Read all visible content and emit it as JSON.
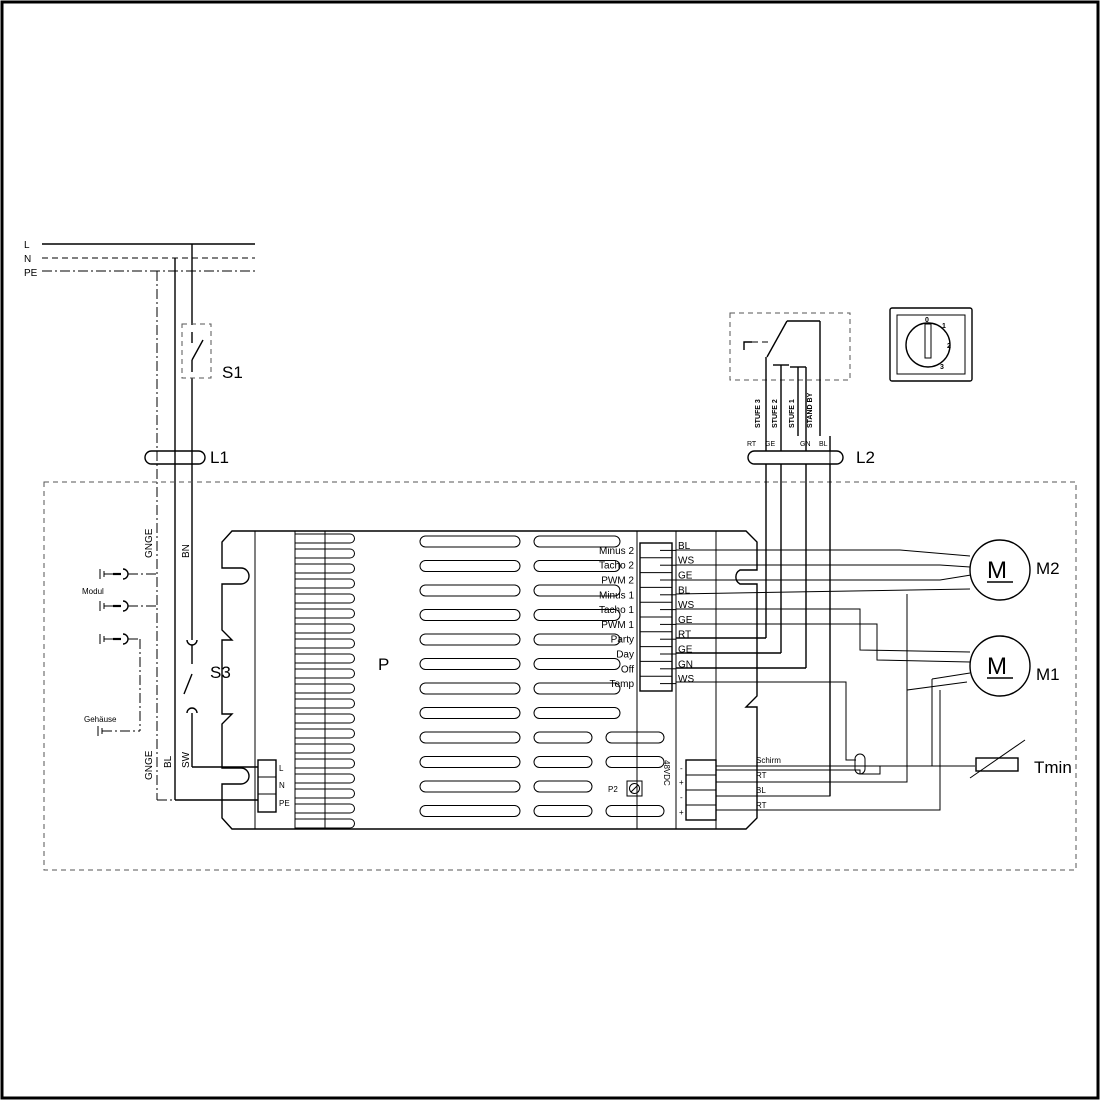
{
  "supply": {
    "l": "L",
    "n": "N",
    "pe": "PE"
  },
  "components": {
    "s1": "S1",
    "l1": "L1",
    "l2": "L2",
    "s3": "S3",
    "p": "P",
    "m_symbol": "M",
    "m1": "M1",
    "m2": "M2",
    "p2": "P2",
    "tmin": "Tmin"
  },
  "switch_labels": {
    "stufe3": "STUFE 3",
    "stufe2": "STUFE 2",
    "stufe1": "STUFE 1",
    "standby": "STAND BY",
    "rt": "RT",
    "ge": "GE",
    "gn": "GN",
    "bl": "BL"
  },
  "rotary": {
    "pos0": "0",
    "pos1": "1",
    "pos2": "2",
    "pos3": "3"
  },
  "left_side": {
    "modul": "Modul",
    "gehaeuse": "Gehäuse",
    "gnge_top": "GNGE",
    "gnge_bottom": "GNGE",
    "bn": "BN",
    "bl": "BL",
    "sw": "SW"
  },
  "mains_terminal": [
    "L",
    "N",
    "PE"
  ],
  "control_labels": [
    "Minus 2",
    "Tacho 2",
    "PWM 2",
    "Minus 1",
    "Tacho 1",
    "PWM 1",
    "Party",
    "Day",
    "Off",
    "Temp"
  ],
  "wire_colors": [
    "BL",
    "WS",
    "GE",
    "BL",
    "WS",
    "GE",
    "RT",
    "GE",
    "GN",
    "WS"
  ],
  "dc_terminal": {
    "label": "48VDC",
    "polarity": [
      "-",
      "+",
      "-",
      "+"
    ],
    "wires": [
      "Schirm",
      "RT",
      "BL",
      "RT"
    ]
  }
}
